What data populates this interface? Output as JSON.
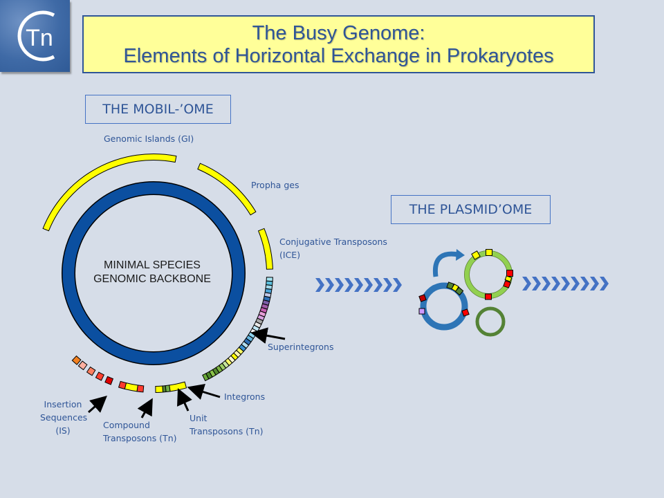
{
  "logo": {
    "text": "Tn",
    "icon": "c-tn-logo"
  },
  "title": {
    "line1": "The Busy Genome:",
    "line2": "Elements of Horizontal Exchange in Prokaryotes"
  },
  "sections": {
    "mobilome": "THE MOBIL-’OME",
    "plasmidome": "THE PLASMID’OME"
  },
  "backbone": {
    "line1": "MINIMAL SPECIES",
    "line2": "GENOMIC BACKBONE"
  },
  "labels": {
    "genomic_islands": "Genomic Islands (GI)",
    "prophages": "Propha ges",
    "conjugative_line1": "Conjugative Transposons",
    "conjugative_line2": "(ICE)",
    "superintegrons": "Superintegrons",
    "integrons": "Integrons",
    "unit_line1": "Unit",
    "unit_line2": "Transposons (Tn)",
    "compound_line1": "Compound",
    "compound_line2": "Transposons (Tn)",
    "is_line1": "Insertion",
    "is_line2": "Sequences",
    "is_line3": "(IS)"
  },
  "colors": {
    "background": "#d6dde8",
    "title_fill": "#ffff99",
    "accent_blue": "#2f5597",
    "backbone_blue": "#0b4fa0",
    "element_yellow": "#ffff00",
    "chevron_blue": "#4472c4",
    "plasmid_green": "#92d050",
    "plasmid_blue": "#2e75b6",
    "small_plasmid": "#548235"
  }
}
